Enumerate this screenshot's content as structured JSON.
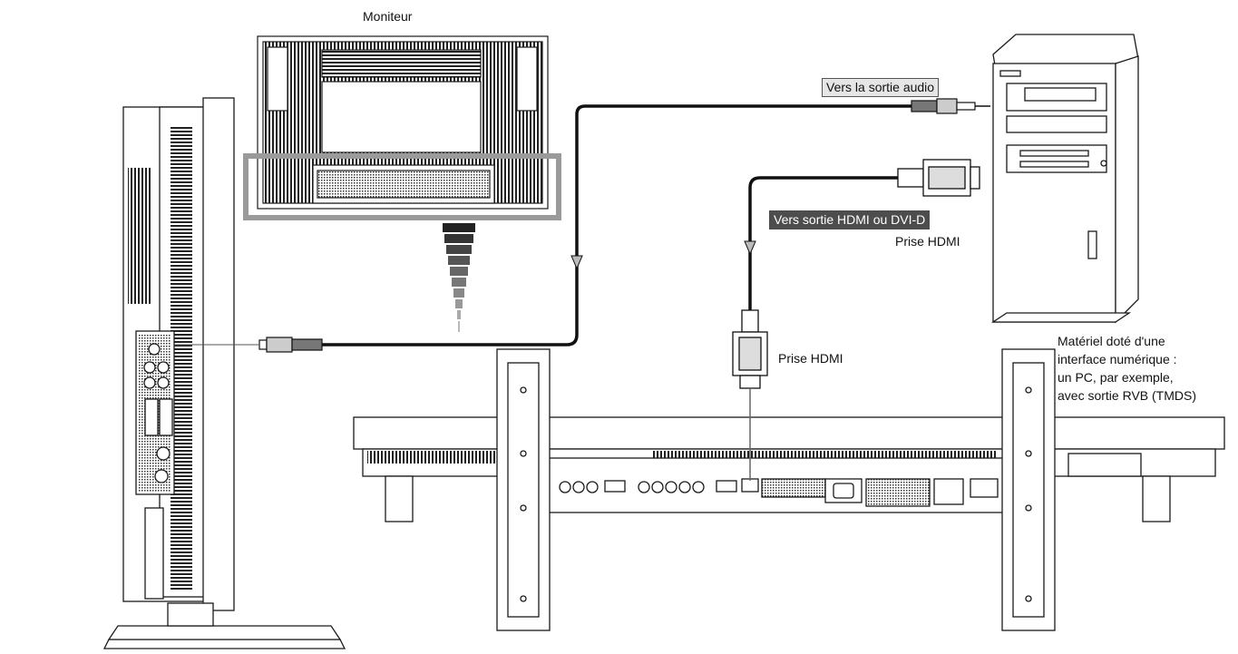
{
  "labels": {
    "monitor": "Moniteur",
    "audio_out": "Vers la sortie audio",
    "hdmi_dvi_out": "Vers sortie HDMI ou DVI-D",
    "hdmi_plug_pc": "Prise HDMI",
    "hdmi_plug_monitor": "Prise HDMI",
    "equipment": [
      "Matériel doté d'une",
      "interface numérique :",
      "un PC, par exemple,",
      "avec sortie RVB (TMDS)"
    ]
  },
  "colors": {
    "line": "#1a1a1a",
    "cable": "#111111",
    "highlight_frame": "#9a9a9a",
    "dark_label_bg": "#4d4d4d",
    "light_label_bg": "#e6e6e6"
  }
}
